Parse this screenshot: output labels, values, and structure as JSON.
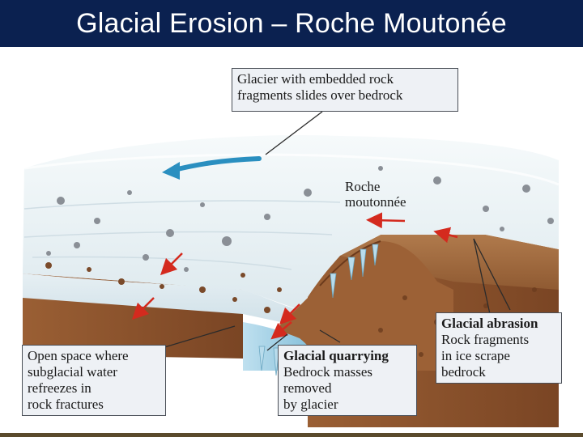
{
  "slide": {
    "title": "Glacial Erosion – Roche Moutonée"
  },
  "labels": {
    "glacier": {
      "lines": [
        "Glacier with embedded rock",
        "fragments slides over bedrock"
      ]
    },
    "roche": {
      "lines": [
        "Roche",
        "moutonnée"
      ]
    },
    "abrasion": {
      "heading": "Glacial abrasion",
      "lines": [
        "Rock fragments",
        "in ice scrape",
        "bedrock"
      ]
    },
    "quarrying": {
      "heading": "Glacial quarrying",
      "lines": [
        "Bedrock masses",
        "removed",
        "by glacier"
      ]
    },
    "open_space": {
      "lines": [
        "Open space where",
        "subglacial water",
        "refreezes in",
        "rock fractures"
      ]
    }
  },
  "colors": {
    "title_bar": "#0b2150",
    "ice": "#e9f1f4",
    "bedrock": "#a0663a",
    "flow_arrow": "#2a8fc0",
    "motion_arrows": "#d42a1e"
  }
}
